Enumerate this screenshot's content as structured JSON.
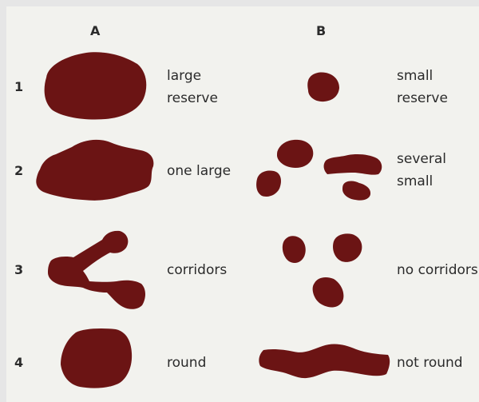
{
  "colors": {
    "background": "#f2f2ee",
    "frame": "#e6e6e6",
    "shape": "#6b1414",
    "text": "#2b2b2b"
  },
  "columns": {
    "a": "A",
    "b": "B"
  },
  "rows": [
    {
      "number": "1",
      "a_label": [
        "large",
        "reserve"
      ],
      "b_label": [
        "small",
        "reserve"
      ]
    },
    {
      "number": "2",
      "a_label": [
        "one large"
      ],
      "b_label": [
        "several",
        "small"
      ]
    },
    {
      "number": "3",
      "a_label": [
        "corridors"
      ],
      "b_label": [
        "no corridors"
      ]
    },
    {
      "number": "4",
      "a_label": [
        "round"
      ],
      "b_label": [
        "not round"
      ]
    }
  ]
}
